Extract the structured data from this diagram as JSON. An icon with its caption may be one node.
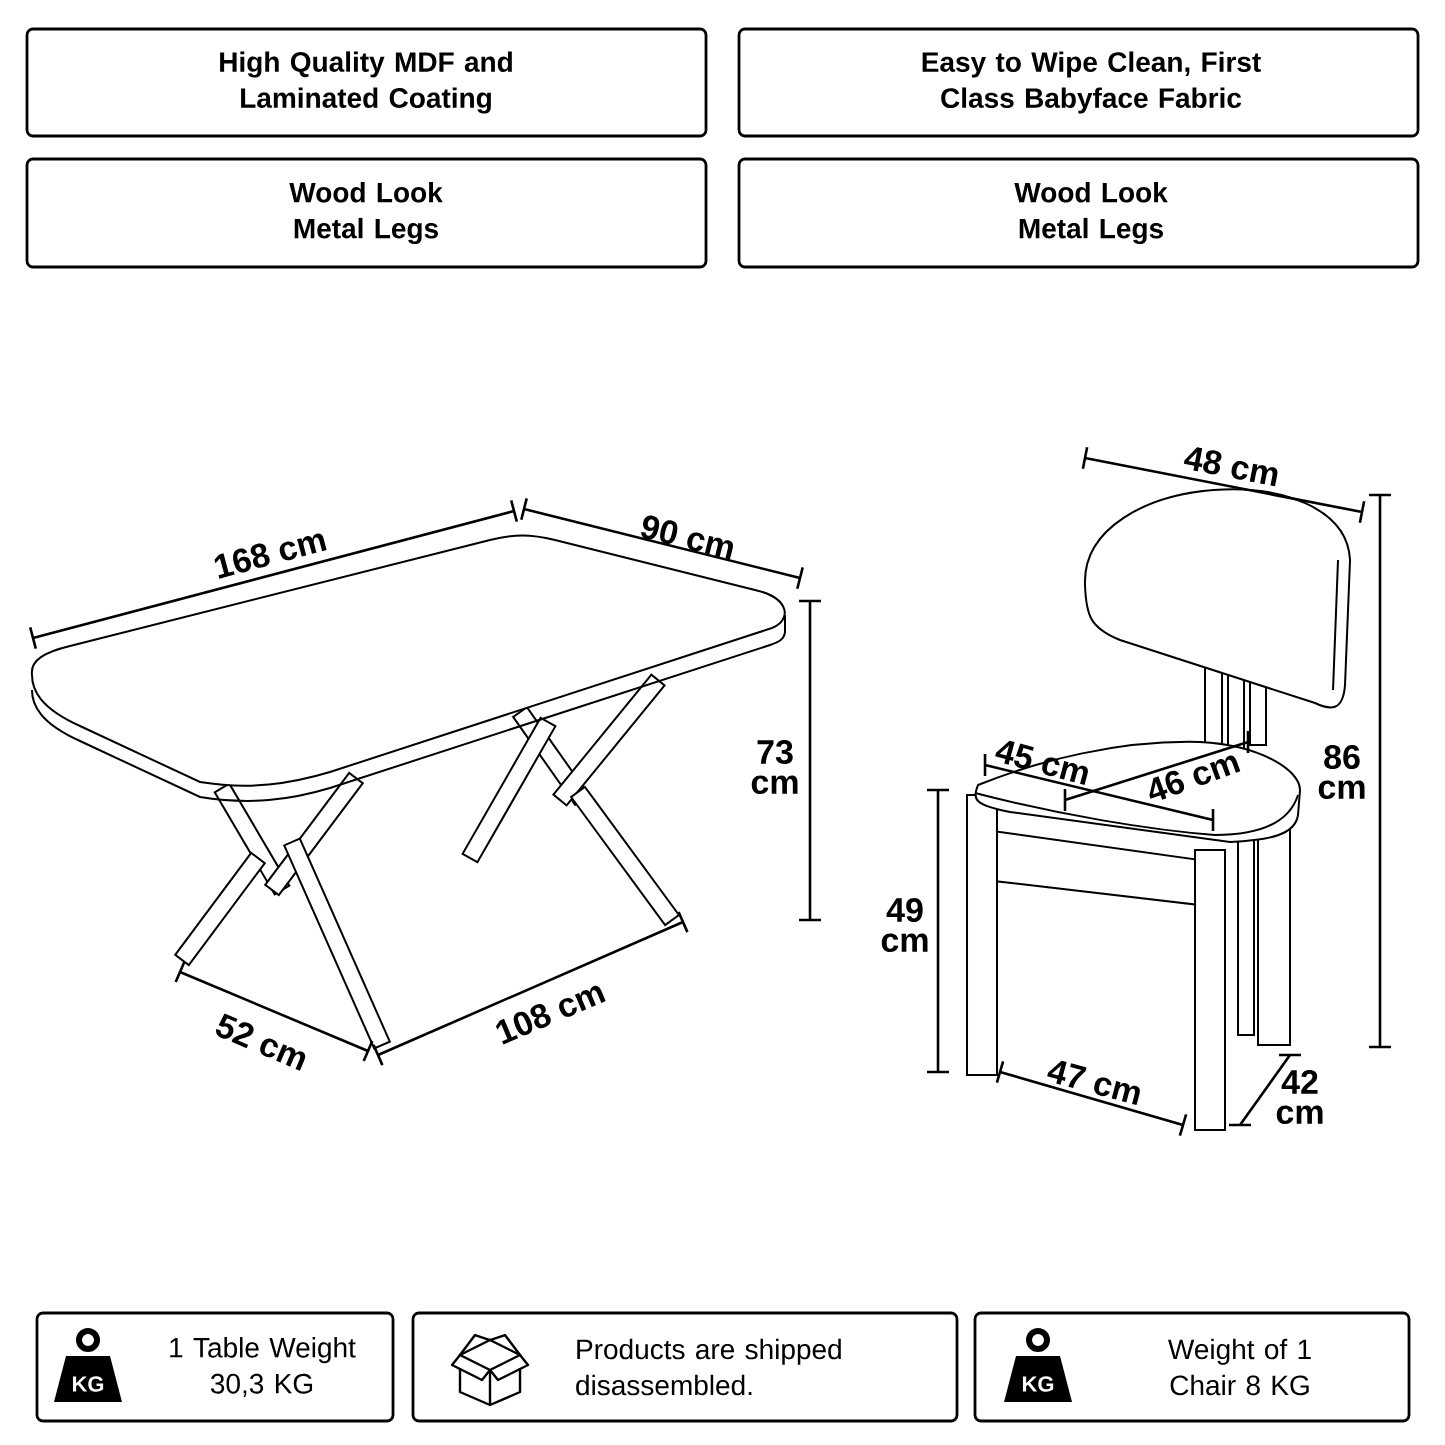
{
  "diagram": {
    "nodes": [
      {
        "text": [
          "High Quality MDF and Laminated Coating"
        ]
      },
      {
        "text": [
          "Easy to Wipe Clean, First Class Babyface Fabric"
        ]
      },
      {
        "text": [
          "Wood Look Metal Legs"
        ]
      },
      {
        "text": [
          "Wood Look Metal Legs"
        ]
      },
      {
        "text": [
          "1 Table Weight 30,3 KG"
        ]
      },
      {
        "text": [
          "Products are shipped disassembled."
        ]
      },
      {
        "text": [
          "Weight of 1 Chair 8 KG"
        ]
      }
    ],
    "labels": [
      "48 cm",
      "168 cm",
      "90 cm",
      "73 cm",
      "45 cm",
      "46 cm",
      "86 cm",
      "49 cm",
      "52 cm",
      "108 cm",
      "47 cm",
      "42 cm",
      "KG",
      "KG"
    ]
  }
}
